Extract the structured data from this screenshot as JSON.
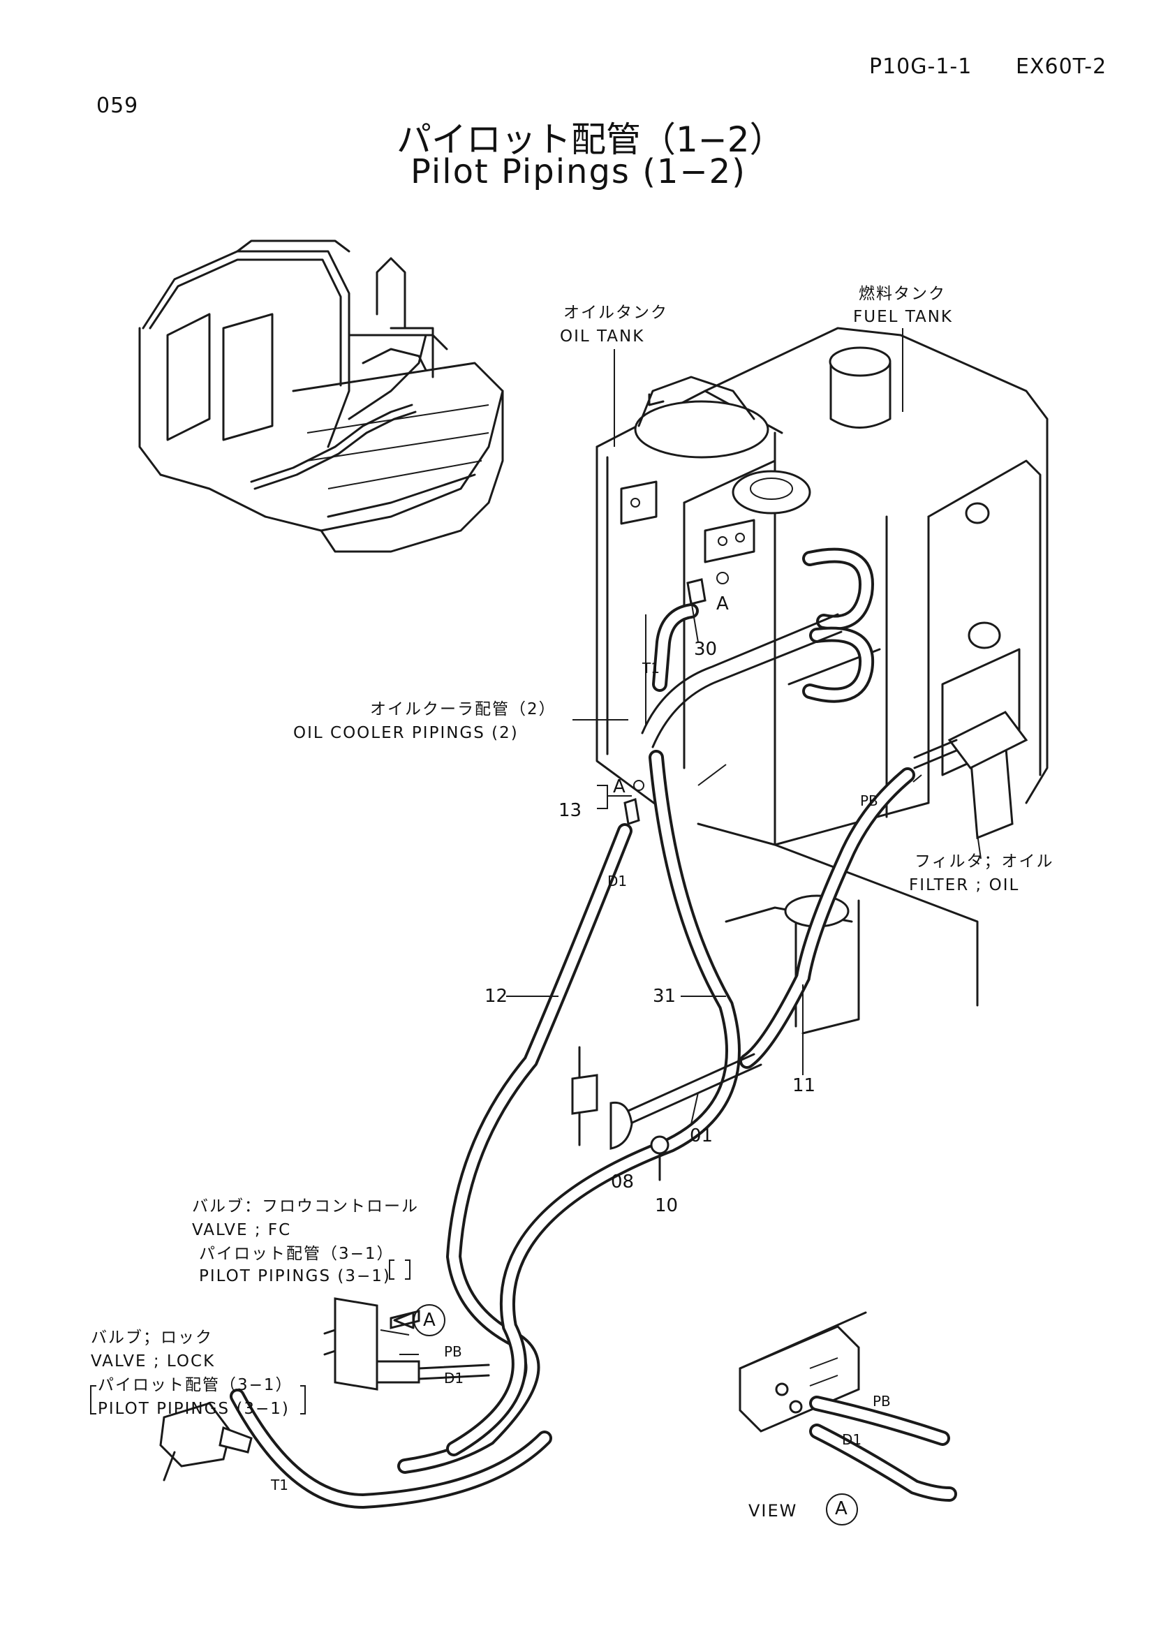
{
  "header": {
    "page_code": "P10G-1-1",
    "model": "EX60T-2",
    "sheet_number": "059"
  },
  "title": {
    "jp": "パイロット配管（1−2）",
    "en": "Pilot Pipings (1−2)"
  },
  "labels": {
    "oil_tank_jp": "オイルタンク",
    "oil_tank_en": "OIL  TANK",
    "fuel_tank_jp": "燃料タンク",
    "fuel_tank_en": "FUEL  TANK",
    "oil_cooler_jp": "オイルクーラ配管（2）",
    "oil_cooler_en": "OIL  COOLER  PIPINGS (2)",
    "filter_jp": "フィルタ；オイル",
    "filter_en": "FILTER ; OIL",
    "valve_fc_jp": "バルブ：フロウコントロール",
    "valve_fc_en": "VALVE ; FC",
    "valve_fc_ref_jp": "パイロット配管（3−1）",
    "valve_fc_ref_en": "PILOT PIPINGS (3−1)",
    "valve_lock_jp": "バルブ；ロック",
    "valve_lock_en": "VALVE ; LOCK",
    "valve_lock_ref_jp": "パイロット配管（3−1）",
    "valve_lock_ref_en": "PILOT PIPINGS (3−1)",
    "view_text": "VIEW",
    "view_marker": "A"
  },
  "part_numbers": {
    "p30": "30",
    "p13": "13",
    "p12": "12",
    "p31": "31",
    "p11": "11",
    "p01": "01",
    "p08": "08",
    "p10": "10"
  },
  "port_tags": {
    "t1_top": "T1",
    "a_top": "A",
    "a_left": "A",
    "d1_top": "D1",
    "pb_filter": "PB",
    "a_circle": "A",
    "pb_valve": "PB",
    "d1_valve": "D1",
    "t1_bottom": "T1",
    "pb_view": "PB",
    "d1_view": "D1"
  }
}
